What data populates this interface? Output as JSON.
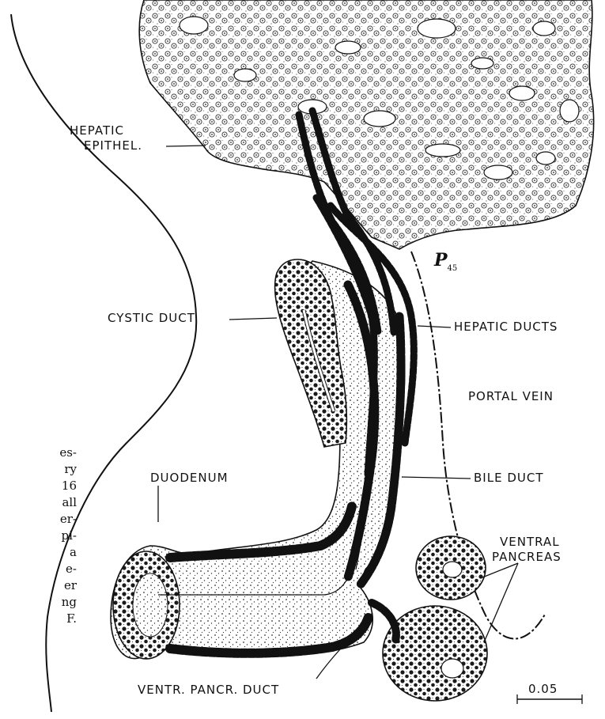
{
  "labels": {
    "hepatic_epithel_1": "HEPATIC",
    "hepatic_epithel_2": "EPITHEL.",
    "cystic_duct": "CYSTIC DUCT",
    "hepatic_ducts": "HEPATIC DUCTS",
    "portal_vein": "PORTAL VEIN",
    "bile_duct": "BILE DUCT",
    "duodenum": "DUODENUM",
    "ventral_pancreas_1": "VENTRAL",
    "ventral_pancreas_2": "PANCREAS",
    "ventr_pancr_duct": "VENTR. PANCR. DUCT",
    "scale_value": "0.05"
  },
  "signature": {
    "mark": "P",
    "year": "45"
  },
  "caption_fragments": [
    "es-",
    "ry",
    "16",
    "all",
    "er-",
    "pi-",
    "a",
    "e-",
    "er",
    "ng",
    "F."
  ],
  "colors": {
    "ink": "#111111",
    "background": "#ffffff"
  }
}
